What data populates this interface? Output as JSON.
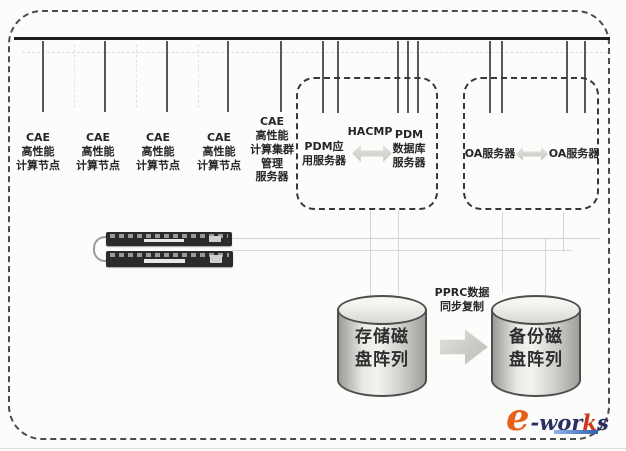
{
  "cae": {
    "nodes": [
      {
        "label": "CAE\n高性能\n计算节点"
      },
      {
        "label": "CAE\n高性能\n计算节点"
      },
      {
        "label": "CAE\n高性能\n计算节点"
      },
      {
        "label": "CAE\n高性能\n计算节点"
      },
      {
        "label": "CAE\n高性能\n计算集群\n管理\n服务器"
      }
    ]
  },
  "pdm": {
    "app_server_label": "PDM应\n用服务器",
    "ha_label": "HACMP",
    "db_server_label": "PDM\n数据库\n服务器"
  },
  "oa": {
    "left_server_label": "OA服务器",
    "right_server_label": "OA服务器"
  },
  "storage": {
    "primary_label": "存储磁\n盘阵列",
    "backup_label": "备份磁\n盘阵列",
    "replication_label": "PPRC数据\n同步复制"
  },
  "logo": {
    "e": "e",
    "wor": "-wor",
    "k": "k",
    "s": "s"
  },
  "icons": {
    "ha_arrow": "double-horizontal-arrow",
    "replication_arrow": "right-block-arrow",
    "storage_shape": "cylinder",
    "switch_shape": "rack-switch"
  },
  "colors": {
    "bus_line": "#1d1d1d",
    "dash_border": "#383838",
    "logo_orange": "#e8611c",
    "logo_navy": "#293061",
    "logo_red": "#d23415",
    "logo_bar_blue": "#2f5fb0"
  }
}
